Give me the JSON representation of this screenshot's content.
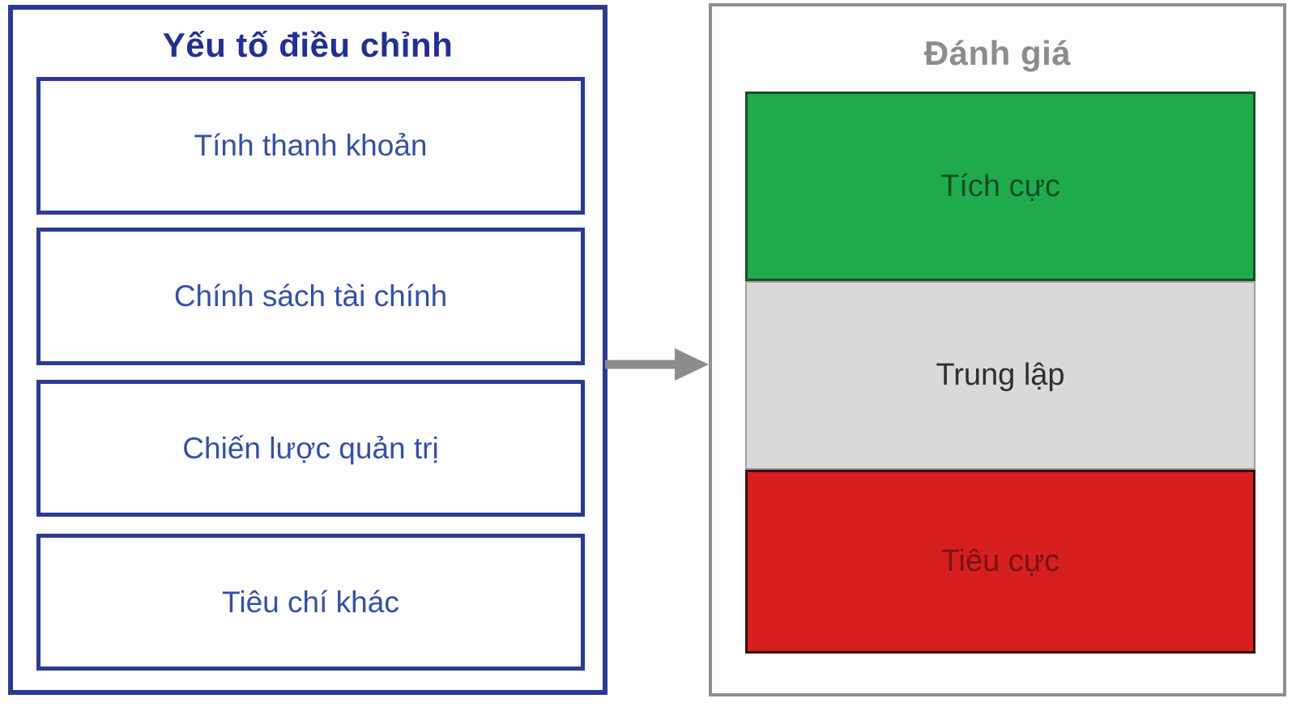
{
  "left_panel": {
    "title": "Yếu tố điều chỉnh",
    "items": [
      "Tính thanh khoản",
      "Chính sách tài chính",
      "Chiến lược quản trị",
      "Tiêu chí khác"
    ]
  },
  "right_panel": {
    "title": "Đánh giá",
    "bands": [
      {
        "label": "Tích cực",
        "fill": "#1fab4d",
        "text_color": "#0d4d20"
      },
      {
        "label": "Trung lập",
        "fill": "#d9d9d9",
        "text_color": "#2e2e2e"
      },
      {
        "label": "Tiêu cực",
        "fill": "#d71f1f",
        "text_color": "#7a1215"
      }
    ]
  },
  "icons": {
    "arrow_right": "arrow-right-icon"
  },
  "colors": {
    "left_border": "#2c3a94",
    "left_title_text": "#22308f",
    "left_item_text": "#3550a6",
    "right_border": "#8f8f8f",
    "right_title_text": "#8c8c8c",
    "arrow": "#8c8c8c",
    "background": "#ffffff"
  }
}
